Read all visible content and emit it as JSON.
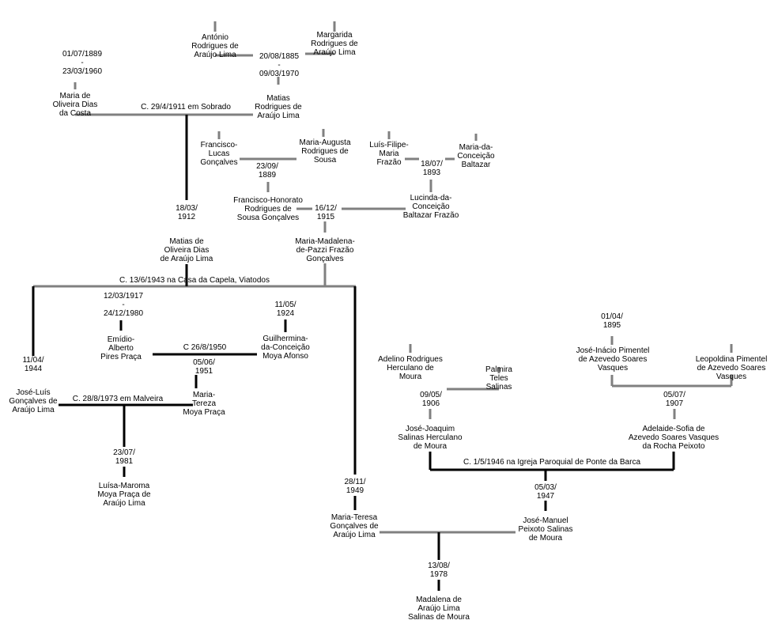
{
  "people": {
    "antonio": [
      "António",
      "Rodrigues de",
      "Araújo Lima"
    ],
    "margarida": [
      "Margarida",
      "Rodrigues de",
      "Araújo Lima"
    ],
    "maria_costa": [
      "Maria de",
      "Oliveira Dias",
      "da Costa"
    ],
    "matias_rodrigues": [
      "Matias",
      "Rodrigues de",
      "Araújo Lima"
    ],
    "francisco_lucas": [
      "Francisco-",
      "Lucas",
      "Gonçalves"
    ],
    "maria_augusta": [
      "Maria-Augusta",
      "Rodrigues de",
      "Sousa"
    ],
    "luis_filipe": [
      "Luís-Filipe-",
      "Maria",
      "Frazão"
    ],
    "maria_conceicao_baltazar": [
      "Maria-da-",
      "Conceição",
      "Baltazar"
    ],
    "francisco_honorato": [
      "Francisco-Honorato",
      "Rodrigues de",
      "Sousa Gonçalves"
    ],
    "lucinda": [
      "Lucinda-da-",
      "Conceição",
      "Baltazar Frazão"
    ],
    "matias_oliveira": [
      "Matias de",
      "Oliveira Dias",
      "de Araújo Lima"
    ],
    "maria_madalena": [
      "Maria-Madalena-",
      "de-Pazzi Frazão",
      "Gonçalves"
    ],
    "emidio": [
      "Emídio-",
      "Alberto",
      "Pires Praça"
    ],
    "guilhermina": [
      "Guilhermina-",
      "da-Conceição",
      "Moya Afonso"
    ],
    "jose_luis": [
      "José-Luís",
      "Gonçalves de",
      "Araújo Lima"
    ],
    "maria_tereza": [
      "Maria-",
      "Tereza",
      "Moya Praça"
    ],
    "luisa_maroma": [
      "Luísa-Maroma",
      "Moya Praça de",
      "Araújo Lima"
    ],
    "adelino": [
      "Adelino Rodrigues",
      "Herculano de",
      "Moura"
    ],
    "palmira": [
      "Palmira",
      "Teles",
      "Salinas"
    ],
    "jose_joaquim": [
      "José-Joaquim",
      "Salinas Herculano",
      "de Moura"
    ],
    "jose_inacio": [
      "José-Inácio Pimentel",
      "de Azevedo Soares",
      "Vasques"
    ],
    "leopoldina": [
      "Leopoldina Pimentel",
      "de Azevedo Soares",
      "Vasques"
    ],
    "adelaide": [
      "Adelaide-Sofia de",
      "Azevedo Soares Vasques",
      "da Rocha Peixoto"
    ],
    "maria_teresa": [
      "Maria-Teresa",
      "Gonçalves de",
      "Araújo Lima"
    ],
    "jose_manuel": [
      "José-Manuel",
      "Peixoto Salinas",
      "de Moura"
    ],
    "madalena": [
      "Madalena de",
      "Araújo Lima",
      "Salinas de Moura"
    ]
  },
  "dates": {
    "maria_costa_life": [
      "01/07/1889",
      "-",
      "23/03/1960"
    ],
    "matias_rodrigues_life": [
      "20/08/1885",
      "-",
      "09/03/1970"
    ],
    "francisco_honorato_birth": [
      "23/09/",
      "1889"
    ],
    "lucinda_birth": [
      "18/07/",
      "1893"
    ],
    "matias_oliveira_birth": [
      "18/03/",
      "1912"
    ],
    "maria_madalena_birth": [
      "16/12/",
      "1915"
    ],
    "emidio_life": [
      "12/03/1917",
      "-",
      "24/12/1980"
    ],
    "guilhermina_birth": [
      "11/05/",
      "1924"
    ],
    "maria_tereza_birth": [
      "05/06/",
      "1951"
    ],
    "jose_luis_birth": [
      "11/04/",
      "1944"
    ],
    "luisa_maroma_birth": [
      "23/07/",
      "1981"
    ],
    "jose_joaquim_birth": [
      "09/05/",
      "1906"
    ],
    "jose_inacio_birth": [
      "01/04/",
      "1895"
    ],
    "adelaide_birth": [
      "05/07/",
      "1907"
    ],
    "maria_teresa_birth": [
      "28/11/",
      "1949"
    ],
    "jose_manuel_birth": [
      "05/03/",
      "1947"
    ],
    "madalena_birth": [
      "13/08/",
      "1978"
    ]
  },
  "marriages": {
    "matias_maria": "C. 29/4/1911 em Sobrado",
    "matias_madalena": "C. 13/6/1943 na Casa da Capela, Viatodos",
    "emidio_guilhermina": "C 26/8/1950",
    "jose_luis_maria_tereza": "C. 28/8/1973 em Malveira",
    "jose_joaquim_adelaide": "C. 1/5/1946 na Igreja Paroquial de Ponte da Barca"
  },
  "colors": {
    "line_gray": "#808080",
    "line_black": "#000000",
    "text": "#000000"
  }
}
